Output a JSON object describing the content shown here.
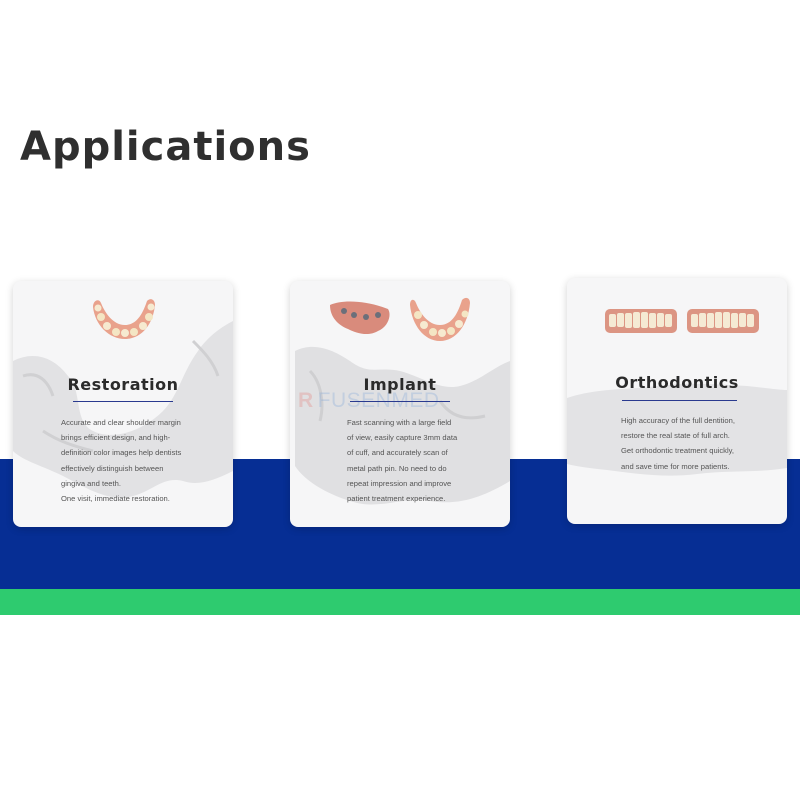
{
  "page": {
    "title": "Applications",
    "colors": {
      "blue_band": "#062e94",
      "green_band": "#2ecb6f",
      "title_text": "#2f2f2f",
      "rule": "#2a3a8f"
    }
  },
  "cards": [
    {
      "title": "Restoration",
      "image": "lower-arch-dental-model",
      "description": "Accurate and clear shoulder margin\nbrings efficient design, and high-\ndefinition color images help dentists\neffectively distinguish between\ngingiva and teeth.\nOne visit, immediate restoration."
    },
    {
      "title": "Implant",
      "image": "implant-scan-and-arch-model",
      "watermark": "FUSENMED",
      "description": "Fast scanning with a large field\nof view, easily capture 3mm data\nof cuff, and accurately scan of\nmetal path pin. No need to do\nrepeat impression and improve\npatient treatment experience."
    },
    {
      "title": "Orthodontics",
      "image": "full-arch-dentition-models",
      "description": "High accuracy of the full dentition,\nrestore the real state of full arch.\nGet orthodontic treatment quickly,\nand save time for more patients."
    }
  ]
}
